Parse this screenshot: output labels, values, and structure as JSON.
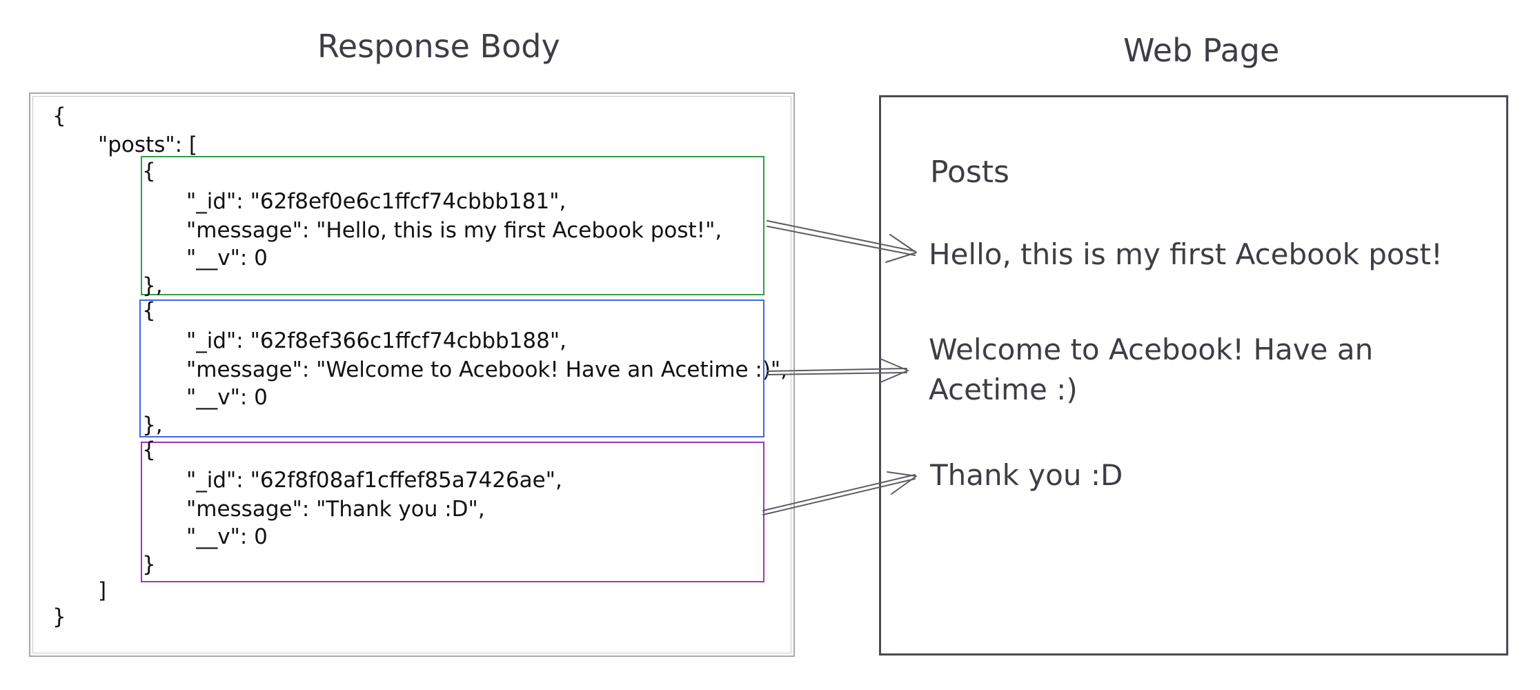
{
  "panels": {
    "response_title": "Response Body",
    "webpage_title": "Web Page"
  },
  "json": {
    "open_brace": "{",
    "posts_key": "\"posts\": [",
    "close_bracket": "]",
    "close_brace": "}",
    "posts": [
      {
        "open": "{",
        "id_line": "\"_id\": \"62f8ef0e6c1ffcf74cbbb181\",",
        "message_line": "\"message\": \"Hello, this is my first Acebook post!\",",
        "v_line": "\"__v\": 0",
        "close": "},"
      },
      {
        "open": "{",
        "id_line": "\"_id\": \"62f8ef366c1ffcf74cbbb188\",",
        "message_line": "\"message\": \"Welcome to Acebook! Have an Acetime :)\",",
        "v_line": "\"__v\": 0",
        "close": "},"
      },
      {
        "open": "{",
        "id_line": "\"_id\": \"62f8f08af1cffef85a7426ae\",",
        "message_line": "\"message\": \"Thank you :D\",",
        "v_line": "\"__v\": 0",
        "close": "}"
      }
    ]
  },
  "webpage": {
    "heading": "Posts",
    "messages": [
      "Hello, this is my first Acebook post!",
      "Welcome to Acebook! Have an Acetime :)",
      "Thank you :D"
    ]
  },
  "colors": {
    "post_1_box": "#2f9e44",
    "post_2_box": "#4263eb",
    "post_3_box": "#9c36b5",
    "frame": "#9a9a9a",
    "webpage_frame": "#4a4a52",
    "arrow": "#5a5a62"
  }
}
